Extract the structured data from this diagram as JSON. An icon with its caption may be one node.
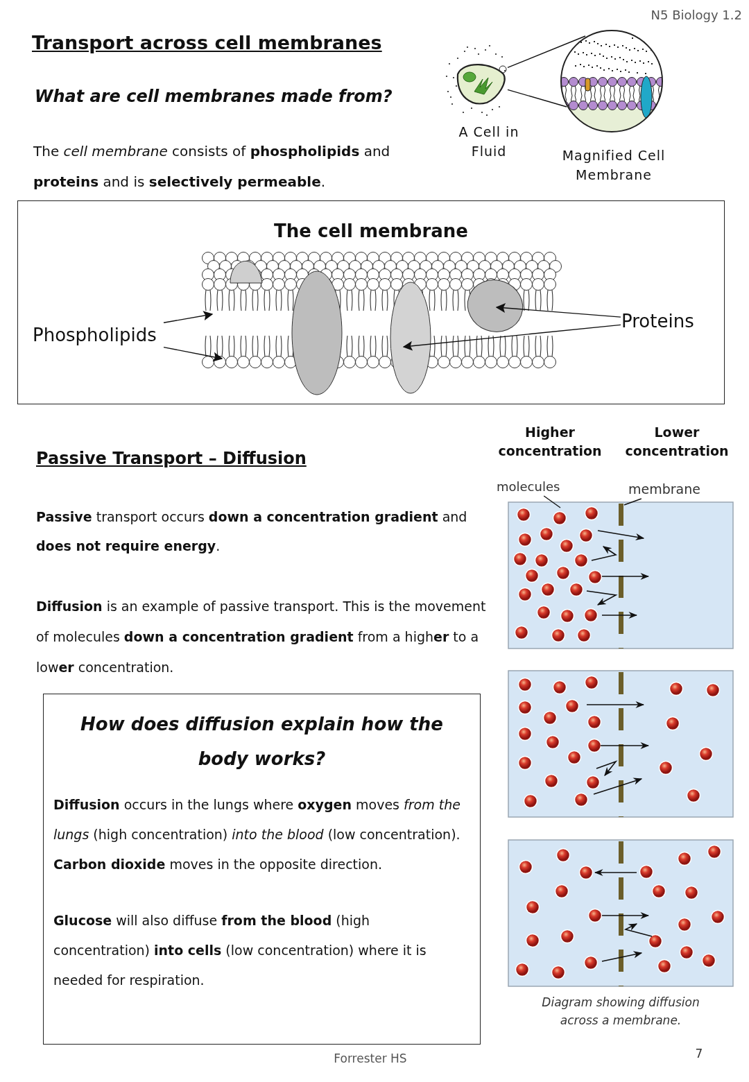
{
  "diagram": {
    "nodes": [
      {
        "text": [],
        "shape": "picture",
        "beside": [
          "A Cell in Fluid"
        ]
      },
      {
        "text": [],
        "shape": "picture",
        "beside": [
          "Magnified Cell Membrane"
        ]
      },
      {
        "text": [
          "The cell membrane"
        ]
      },
      {
        "text": [
          "Phospholipids"
        ],
        "in": 2
      },
      {
        "text": [
          "Proteins"
        ],
        "in": 2
      },
      {
        "text": [
          "molecules"
        ]
      },
      {
        "text": [
          "membrane"
        ]
      },
      {
        "text": [
          "How does diffusion explain how the body works?",
          "**Diffusion** occurs in the lungs where **oxygen** moves *from the lungs* (high concentration) *into the blood* (low concentration). **Carbon dioxide** moves in the opposite direction.",
          "**Glucose** will also diffuse **from the blood** (high concentration) **into cells** (low concentration) where it is needed for respiration."
        ]
      }
    ],
    "edges": [
      {
        "from": 0,
        "to": 1,
        "arrow": "none"
      },
      {
        "from": 0,
        "to": 1,
        "arrow": "none"
      },
      {
        "from": 3,
        "to": null,
        "arrow": "to"
      },
      {
        "from": 3,
        "to": null,
        "arrow": "to"
      },
      {
        "from": 4,
        "to": null,
        "arrow": "to"
      },
      {
        "from": 4,
        "to": null,
        "arrow": "to"
      },
      {
        "from": 5,
        "to": null,
        "arrow": "none"
      },
      {
        "from": 6,
        "to": null,
        "arrow": "none"
      }
    ],
    "labels": [
      "N5 Biology 1.2",
      "Transport across cell membranes",
      "What are cell membranes made from?",
      "The *cell membrane* consists of **phospholipids** and **proteins** and is **selectively permeable**.",
      "Passive Transport – Diffusion",
      "**Passive** transport occurs **down a concentration gradient** and **does not require energy**.",
      "**Diffusion** is an example of passive transport. This is the movement of molecules **down a concentration gradient** from a high**er** to a low**er** concentration.",
      "Higher concentration",
      "Lower concentration",
      "Diagram showing diffusion across a membrane.",
      "Forrester HS",
      "7"
    ]
  }
}
